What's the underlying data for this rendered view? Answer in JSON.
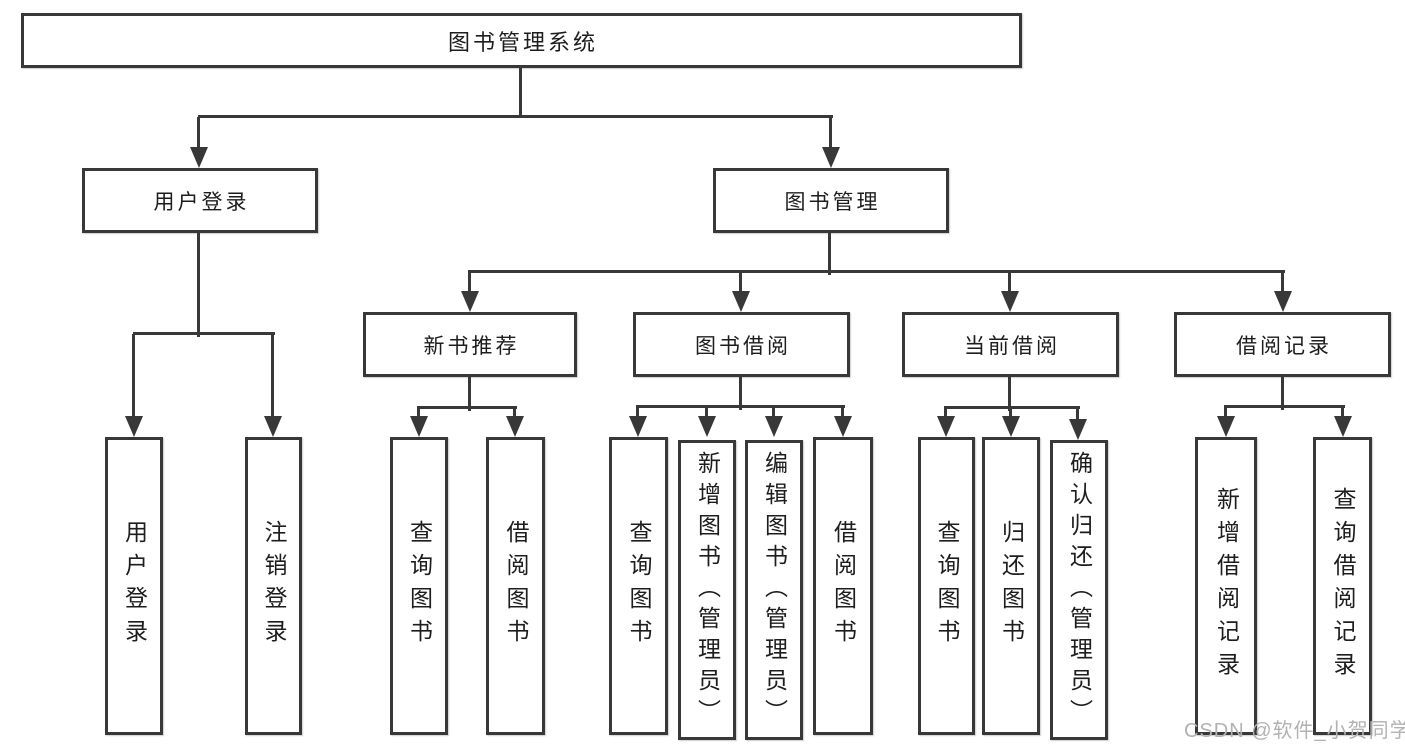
{
  "root": {
    "label": "图书管理系统"
  },
  "level2": [
    {
      "label": "用户登录",
      "parent": "图书管理系统"
    },
    {
      "label": "图书管理",
      "parent": "图书管理系统"
    }
  ],
  "level3": [
    {
      "label": "新书推荐",
      "parent": "图书管理"
    },
    {
      "label": "图书借阅",
      "parent": "图书管理"
    },
    {
      "label": "当前借阅",
      "parent": "图书管理"
    },
    {
      "label": "借阅记录",
      "parent": "图书管理"
    }
  ],
  "leaves": [
    {
      "label": "用户登录",
      "parent": "用户登录"
    },
    {
      "label": "注销登录",
      "parent": "用户登录"
    },
    {
      "label": "查询图书",
      "parent": "新书推荐"
    },
    {
      "label": "借阅图书",
      "parent": "新书推荐"
    },
    {
      "label": "查询图书",
      "parent": "图书借阅"
    },
    {
      "label": "新增图书（管理员）",
      "parent": "图书借阅"
    },
    {
      "label": "编辑图书（管理员）",
      "parent": "图书借阅"
    },
    {
      "label": "借阅图书",
      "parent": "图书借阅"
    },
    {
      "label": "查询图书",
      "parent": "当前借阅"
    },
    {
      "label": "归还图书",
      "parent": "当前借阅"
    },
    {
      "label": "确认归还（管理员）",
      "parent": "当前借阅"
    },
    {
      "label": "新增借阅记录",
      "parent": "借阅记录"
    },
    {
      "label": "查询借阅记录",
      "parent": "借阅记录"
    }
  ],
  "watermark": {
    "label": "CSDN @软件_小贺同学"
  },
  "colors": {
    "line": "#383838",
    "text": "#1d1d1d",
    "watermark": "#b2b2b2",
    "background": "#ffffff"
  }
}
